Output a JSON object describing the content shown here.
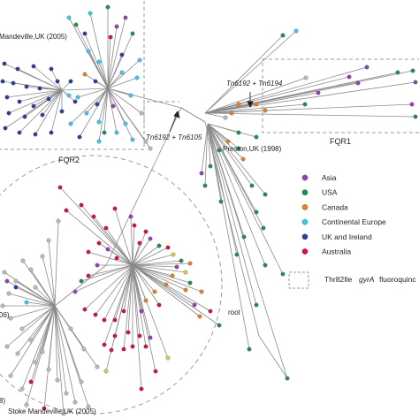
{
  "colors": {
    "Asia": "#8e44ad",
    "USA": "#1e8f4e",
    "Canada": "#e67e22",
    "Continental Europe": "#3cc6e6",
    "UK and Ireland": "#2a3f9c",
    "Australia": "#d0143c",
    "gray": "#b8b8b8",
    "yellow": "#d4c84a",
    "branch": "#8a8a8a",
    "box": "#9a9a9a"
  },
  "labels": {
    "mandeville_top": "Mandeville,UK (2005)",
    "stoke_bottom": "Stoke Mandeville,UK (2005)",
    "preston": "Preston,UK (1998)",
    "fqr1": "FQR1",
    "fqr2": "FQR2",
    "root": "root",
    "tn_upper": "Tn6192 + Tn6194",
    "tn_lower": "Tn6192 + Tn6105",
    "partial_a": "06)",
    "partial_b": "8)"
  },
  "legend": {
    "items": [
      "Asia",
      "USA",
      "Canada",
      "Continental Europe",
      "UK and Ireland",
      "Australia"
    ],
    "box_text_1": "Thr82Ile",
    "box_text_2": "gyrA",
    "box_text_3": "fluoroquinc"
  }
}
